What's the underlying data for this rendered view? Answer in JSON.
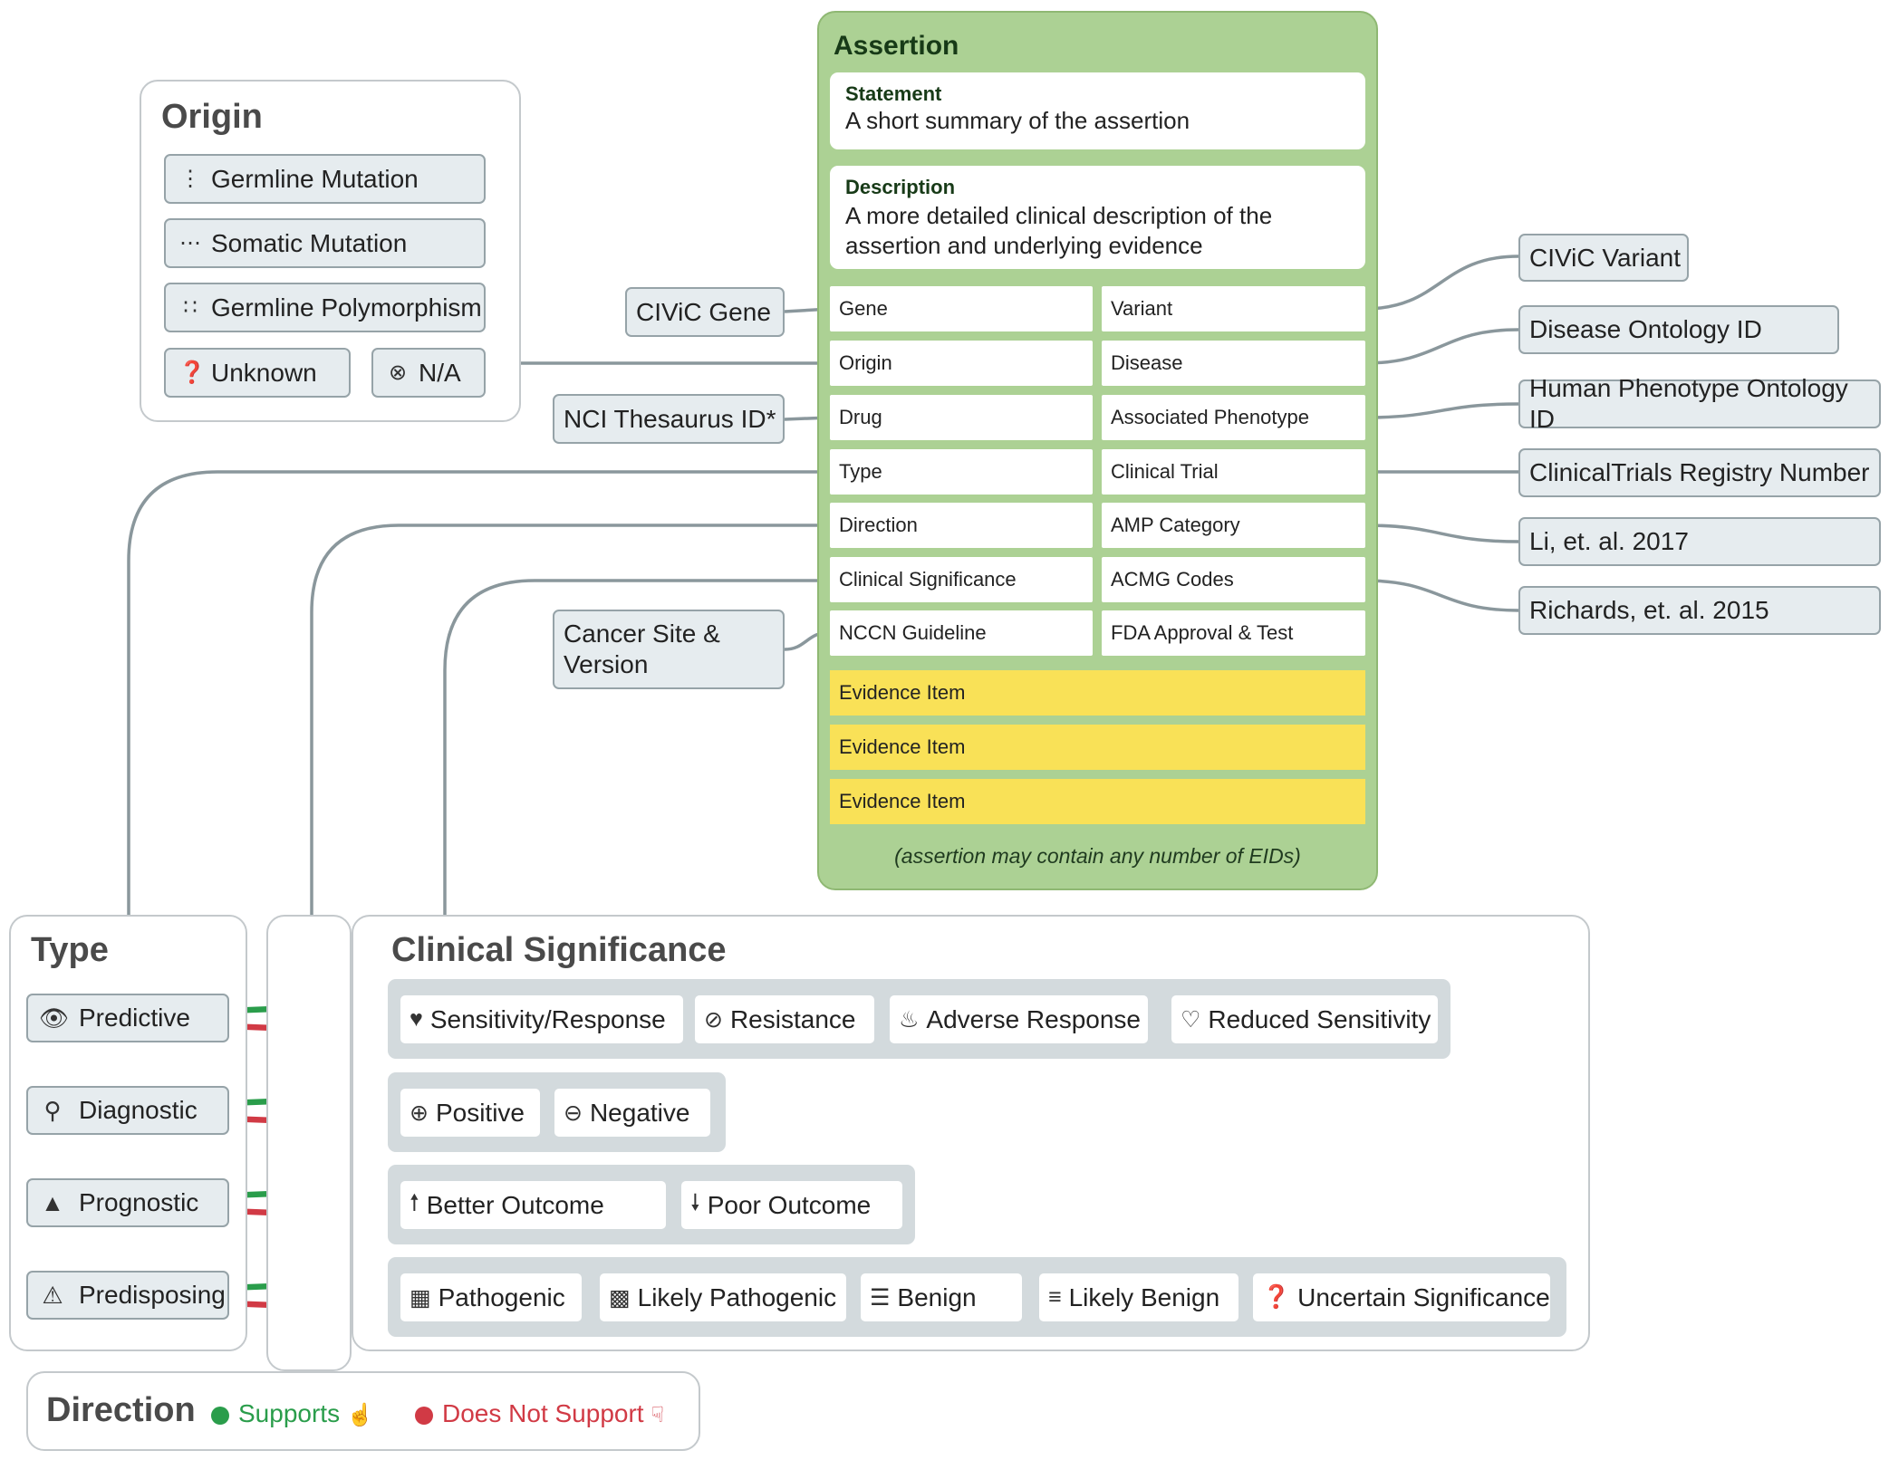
{
  "colors": {
    "assertion_bg": "#acd194",
    "evidence_bg": "#f9e157",
    "chip_bg": "#e6ecef",
    "chip_border": "#96a3a8",
    "supports": "#2a9d4b",
    "does_not_support": "#d13a45",
    "connector": "#8a979c"
  },
  "origin": {
    "title": "Origin",
    "items": [
      {
        "label": "Germline Mutation",
        "icon": "vertical-dots-icon"
      },
      {
        "label": "Somatic Mutation",
        "icon": "horizontal-dots-icon"
      },
      {
        "label": "Germline Polymorphism",
        "icon": "dot-grid-icon"
      },
      {
        "label": "Unknown",
        "icon": "question-circle-icon"
      },
      {
        "label": "N/A",
        "icon": "x-circle-icon"
      }
    ]
  },
  "assertion": {
    "title": "Assertion",
    "statement": {
      "label": "Statement",
      "text": "A short summary of the assertion"
    },
    "description": {
      "label": "Description",
      "text_line1": "A more detailed clinical description of the",
      "text_line2": "assertion and underlying evidence"
    },
    "fields_left": [
      "Gene",
      "Origin",
      "Drug",
      "Type",
      "Direction",
      "Clinical Significance",
      "NCCN Guideline"
    ],
    "fields_right": [
      "Variant",
      "Disease",
      "Associated Phenotype",
      "Clinical Trial",
      "AMP Category",
      "ACMG Codes",
      "FDA Approval & Test"
    ],
    "evidence_items": [
      "Evidence Item",
      "Evidence Item",
      "Evidence Item"
    ],
    "note": "(assertion may contain any number of EIDs)"
  },
  "external_left": {
    "civic_gene": "CIViC Gene",
    "nci_thesaurus": "NCI Thesaurus ID*",
    "cancer_site_line1": "Cancer Site &",
    "cancer_site_line2": "Version"
  },
  "external_right": [
    "CIViC Variant",
    "Disease Ontology ID",
    "Human Phenotype Ontology ID",
    "ClinicalTrials Registry Number",
    "Li, et. al. 2017",
    "Richards, et. al. 2015"
  ],
  "type_panel": {
    "title": "Type",
    "items": [
      {
        "label": "Predictive",
        "icon": "eye-icon"
      },
      {
        "label": "Diagnostic",
        "icon": "magnifier-icon"
      },
      {
        "label": "Prognostic",
        "icon": "road-icon"
      },
      {
        "label": "Predisposing",
        "icon": "warning-icon"
      }
    ]
  },
  "clinical_significance": {
    "title": "Clinical Significance",
    "groups": [
      [
        {
          "label": "Sensitivity/Response",
          "icon": "heart-icon"
        },
        {
          "label": "Resistance",
          "icon": "ban-icon"
        },
        {
          "label": "Adverse Response",
          "icon": "fire-icon"
        },
        {
          "label": "Reduced Sensitivity",
          "icon": "heart-outline-icon"
        }
      ],
      [
        {
          "label": "Positive",
          "icon": "plus-circle-icon"
        },
        {
          "label": "Negative",
          "icon": "minus-circle-icon"
        }
      ],
      [
        {
          "label": "Better Outcome",
          "icon": "arrow-up-icon"
        },
        {
          "label": "Poor Outcome",
          "icon": "arrow-down-icon"
        }
      ],
      [
        {
          "label": "Pathogenic",
          "icon": "grid-nine-icon"
        },
        {
          "label": "Likely Pathogenic",
          "icon": "grid-four-icon"
        },
        {
          "label": "Benign",
          "icon": "list-icon"
        },
        {
          "label": "Likely Benign",
          "icon": "align-icon"
        },
        {
          "label": "Uncertain Significance",
          "icon": "question-circle-icon"
        }
      ]
    ]
  },
  "direction": {
    "title": "Direction",
    "supports": "Supports",
    "does_not_support": "Does Not Support"
  }
}
